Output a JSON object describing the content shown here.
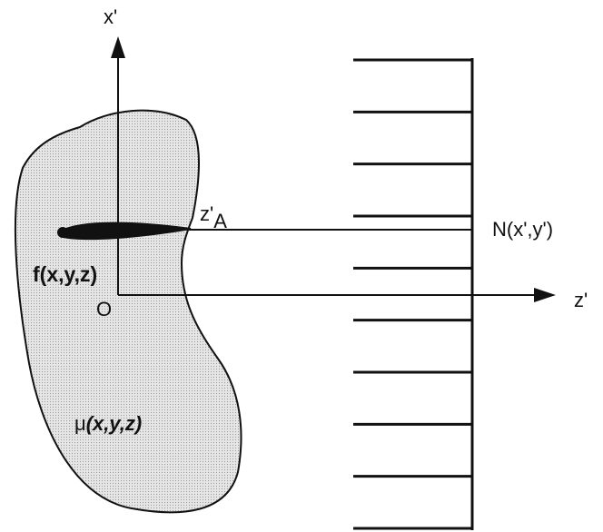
{
  "labels": {
    "x_axis": "x'",
    "z_axis": "z'",
    "z_a": "z'",
    "z_a_sub": "A",
    "n_xy": "N(x',y')",
    "f_xyz": "f(x,y,z)",
    "origin": "O",
    "mu_symbol": "μ",
    "mu_args": "(x,y,z)"
  },
  "detector": {
    "fin_count": 10
  },
  "colors": {
    "ink": "#111111",
    "object_fill": "#d9d9d9",
    "background": "#ffffff"
  }
}
